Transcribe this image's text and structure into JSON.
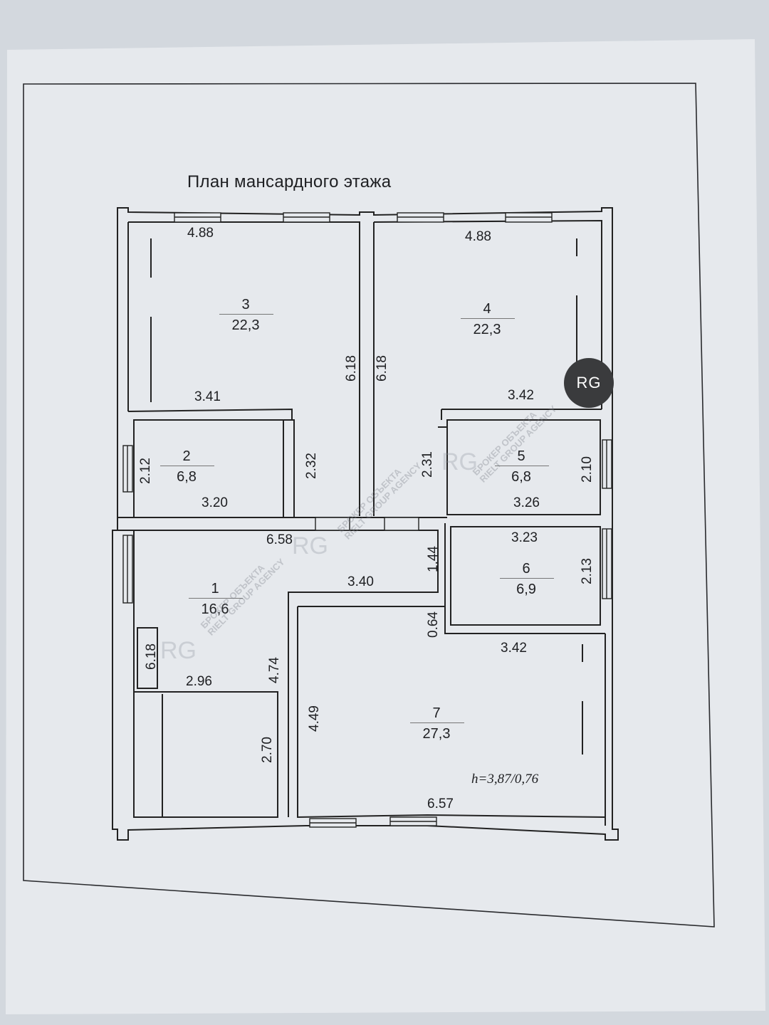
{
  "title": "План мансардного этажа",
  "rooms": [
    {
      "number": "1",
      "area": "16,6"
    },
    {
      "number": "2",
      "area": "6,8"
    },
    {
      "number": "3",
      "area": "22,3"
    },
    {
      "number": "4",
      "area": "22,3"
    },
    {
      "number": "5",
      "area": "6,8"
    },
    {
      "number": "6",
      "area": "6,9"
    },
    {
      "number": "7",
      "area": "27,3"
    }
  ],
  "dimensions": {
    "r3_top": "4.88",
    "r4_top": "4.88",
    "r3_right": "6.18",
    "r4_left": "6.18",
    "r3_bottom": "3.41",
    "r4_bottom": "3.42",
    "r2_left": "2.12",
    "r2_right": "2.32",
    "r2_bottom": "3.20",
    "r5_left": "2.31",
    "r5_right": "2.10",
    "r5_bottom": "3.26",
    "hall_top": "6.58",
    "hall_mid": "3.40",
    "hall_right": "1.44",
    "r6_top": "3.23",
    "r6_right": "2.13",
    "r7_top_gap": "0.64",
    "r7_top": "3.42",
    "small_left": "6.18",
    "r1_right": "4.74",
    "sw_top": "2.96",
    "sw_right": "2.70",
    "r7_left": "4.49",
    "r7_bottom": "6.57"
  },
  "height_note": "h=3,87/0,76",
  "watermark": {
    "logo": "RG",
    "line1": "БРОКЕР ОБЪЕКТА",
    "line2": "RIELT GROUP AGENCY"
  }
}
